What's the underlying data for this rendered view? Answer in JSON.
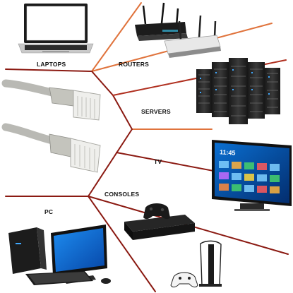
{
  "labels": {
    "laptops": "LAPTOPS",
    "routers": "ROUTERS",
    "servers": "SERVERS",
    "tv": "TV",
    "consoles": "CONSOLES",
    "pc": "PC"
  },
  "tv_screen": {
    "time": "11:45"
  },
  "colors": {
    "line_dark": "#8b1a12",
    "line_orange": "#e0733c",
    "line_red": "#b03020"
  }
}
